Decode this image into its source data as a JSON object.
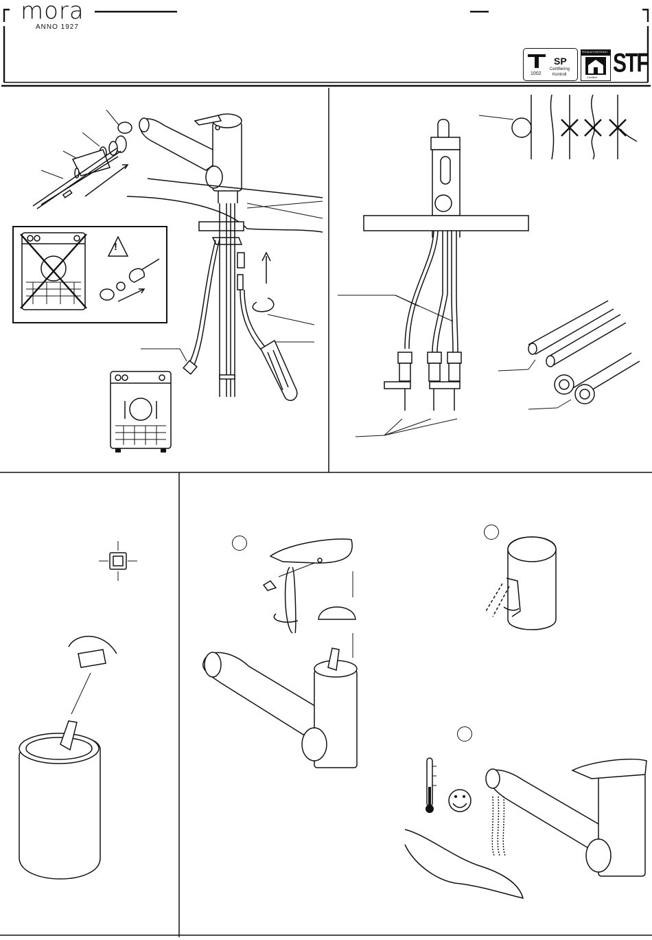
{
  "header": {
    "brand": "mora",
    "tagline": "ANNO 1927"
  },
  "certifications": {
    "tap_mark_number": "1002",
    "sp_label": "SP",
    "sp_line1": "Certifiering",
    "sp_line2": "Kontroll",
    "product_cert_top": "PRODUKTCERTIFIKAT",
    "product_cert_bottom": "Certified",
    "stf_label": "STF"
  },
  "icons": {
    "warning": "warning-triangle-icon",
    "dishwasher": "dishwasher-icon",
    "thermometer": "thermometer-icon",
    "smiley": "smiley-icon",
    "rotate": "rotate-arrow-icon"
  },
  "warning_symbol": "!"
}
